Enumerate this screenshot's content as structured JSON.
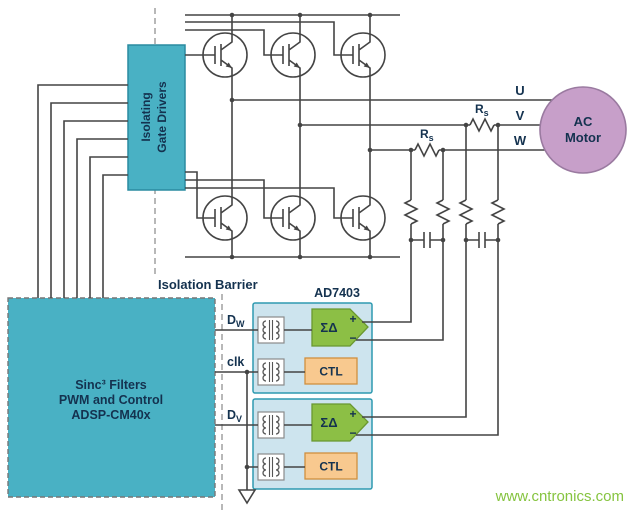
{
  "colors": {
    "block_teal": "#49b1c4",
    "block_teal_border": "#2a8ba0",
    "adc_fill": "#cde4ee",
    "adc_border": "#2e9ab0",
    "sigma_green": "#8cbf45",
    "sigma_green_border": "#6a9830",
    "ctl_orange": "#f8c98f",
    "ctl_orange_border": "#d08f3f",
    "motor_fill": "#c79fc9",
    "motor_border": "#9a7aa0",
    "wire": "#444444",
    "text_dark": "#14324f",
    "watermark_green": "#86c440"
  },
  "gate_driver": {
    "line1": "Isolating",
    "line2": "Gate Drivers"
  },
  "controller": {
    "line1": "Sinc³ Filters",
    "line2": "PWM and Control",
    "line3": "ADSP-CM40x"
  },
  "isolation_barrier_label": "Isolation Barrier",
  "adc_part_label": "AD7403",
  "motor": {
    "line1": "AC",
    "line2": "Motor"
  },
  "phases": {
    "u": "U",
    "v": "V",
    "w": "W"
  },
  "shunt": {
    "base": "R",
    "sub": "s"
  },
  "signals": {
    "dw": {
      "base": "D",
      "sub": "W"
    },
    "dv": {
      "base": "D",
      "sub": "V"
    },
    "clk": "clk"
  },
  "modulator": {
    "label": "ΣΔ",
    "plus": "+",
    "minus": "−"
  },
  "ctl_label": "CTL",
  "watermark": "www.cntronics.com"
}
